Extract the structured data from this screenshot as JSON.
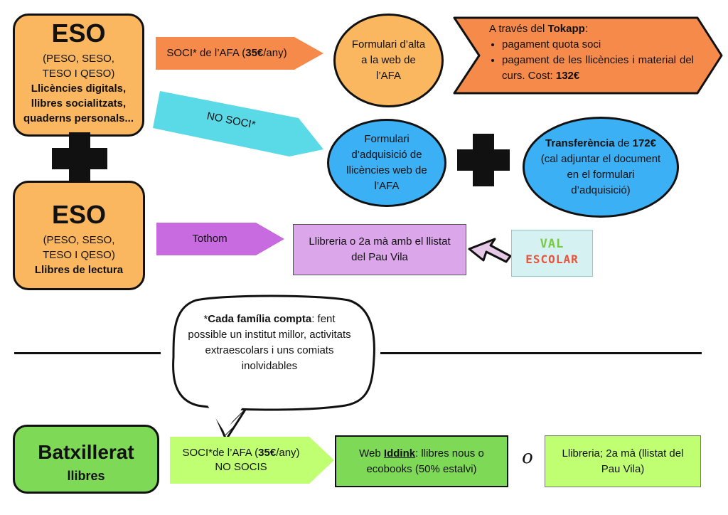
{
  "eso_top": {
    "title": "ESO",
    "levels_1": "(PESO, SESO,",
    "levels_2": "TESO I QESO)",
    "items_1": "Llicències digitals,",
    "items_2": "llibres socialitzats,",
    "items_3": "quaderns personals..."
  },
  "eso_bottom": {
    "title": "ESO",
    "levels_1": "(PESO, SESO,",
    "levels_2": "TESO I QESO)",
    "items": "Llibres de lectura"
  },
  "arrow_soci": {
    "prefix": "SOCI* de l’AFA (",
    "price": "35€",
    "suffix": "/any)"
  },
  "arrow_no_soci": {
    "label": "NO SOCI*"
  },
  "arrow_tothom": {
    "label": "Tothom"
  },
  "circle_alta": {
    "text": "Formulari d’alta a la web de l’AFA"
  },
  "tokapp": {
    "intro_prefix": "A través del ",
    "intro_bold": "Tokapp",
    "intro_suffix": ":",
    "bullet_1": "pagament quota soci",
    "bullet_2_prefix": "pagament de les llicències i material del curs. Cost: ",
    "bullet_2_bold": "132€"
  },
  "circle_adquisicio": {
    "text": "Formulari d’adquisició de llicències web de l’AFA"
  },
  "circle_transfer": {
    "bold_1": "Transferència",
    "text_1": " de ",
    "bold_2": "172€",
    "text_2": " (cal adjuntar el document en el formulari d’adquisició)"
  },
  "llibreria_box": {
    "text": "Llibreria o 2a mà amb el llistat del Pau Vila"
  },
  "val_escolar": {
    "line_1": "VAL",
    "line_2": "ESCOLAR"
  },
  "speech": {
    "prefix": "*",
    "bold": "Cada família compta",
    "text": ": fent possible un institut millor, activitats extraescolars i uns comiats inolvidables"
  },
  "batx": {
    "title": "Batxillerat",
    "subtitle": "llibres"
  },
  "arrow_batx": {
    "prefix": "SOCI*de l’AFA (",
    "price": "35€",
    "suffix": "/any)",
    "line_2": "NO SOCIS"
  },
  "iddink": {
    "prefix": "Web ",
    "bold": "Iddink",
    "text": ": llibres nous o ecobooks (50% estalvi)"
  },
  "connector_o": "o",
  "llibreria_batx": {
    "text": "Llibreria; 2a mà (llistat del Pau Vila)"
  },
  "colors": {
    "eso": "#fbb75f",
    "soci_arrow": "#f58a4a",
    "no_soci_arrow": "#5ad9e6",
    "tothom_arrow": "#c86ae0",
    "circle_orange": "#fbb75f",
    "circle_blue": "#3bb0f5",
    "tokapp": "#f58a4a",
    "llibreria": "#dca6ea",
    "batx": "#7ed957",
    "batx_arrow": "#c1ff72",
    "iddink": "#7ed957",
    "llibreria_batx": "#c1ff72"
  }
}
